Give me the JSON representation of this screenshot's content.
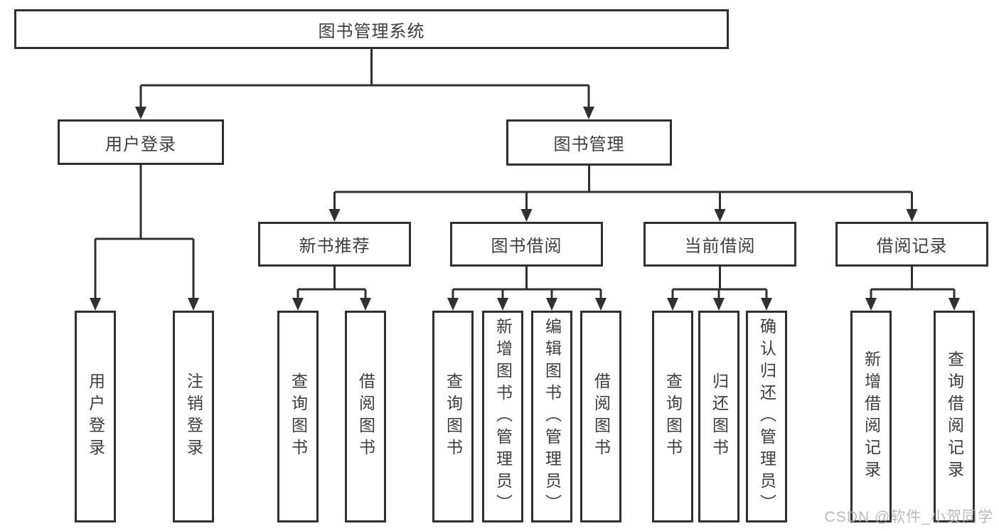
{
  "tree": {
    "label": "图书管理系统",
    "children": [
      {
        "label": "用户登录",
        "children": [
          {
            "label": "用户登录"
          },
          {
            "label": "注销登录"
          }
        ]
      },
      {
        "label": "图书管理",
        "children": [
          {
            "label": "新书推荐",
            "children": [
              {
                "label": "查询图书"
              },
              {
                "label": "借阅图书"
              }
            ]
          },
          {
            "label": "图书借阅",
            "children": [
              {
                "label": "查询图书"
              },
              {
                "label": "新增图书（管理员）"
              },
              {
                "label": "编辑图书（管理员）"
              },
              {
                "label": "借阅图书"
              }
            ]
          },
          {
            "label": "当前借阅",
            "children": [
              {
                "label": "查询图书"
              },
              {
                "label": "归还图书"
              },
              {
                "label": "确认归还（管理员）"
              }
            ]
          },
          {
            "label": "借阅记录",
            "children": [
              {
                "label": "新增借阅记录"
              },
              {
                "label": "查询借阅记录"
              }
            ]
          }
        ]
      }
    ]
  },
  "watermark": {
    "text": "CSDN @软件_小贺同学"
  },
  "colors": {
    "line": "#303030",
    "border": "#303030",
    "text": "#3d3d3d",
    "watermark": "#b3b3b3",
    "background": "#ffffff"
  }
}
